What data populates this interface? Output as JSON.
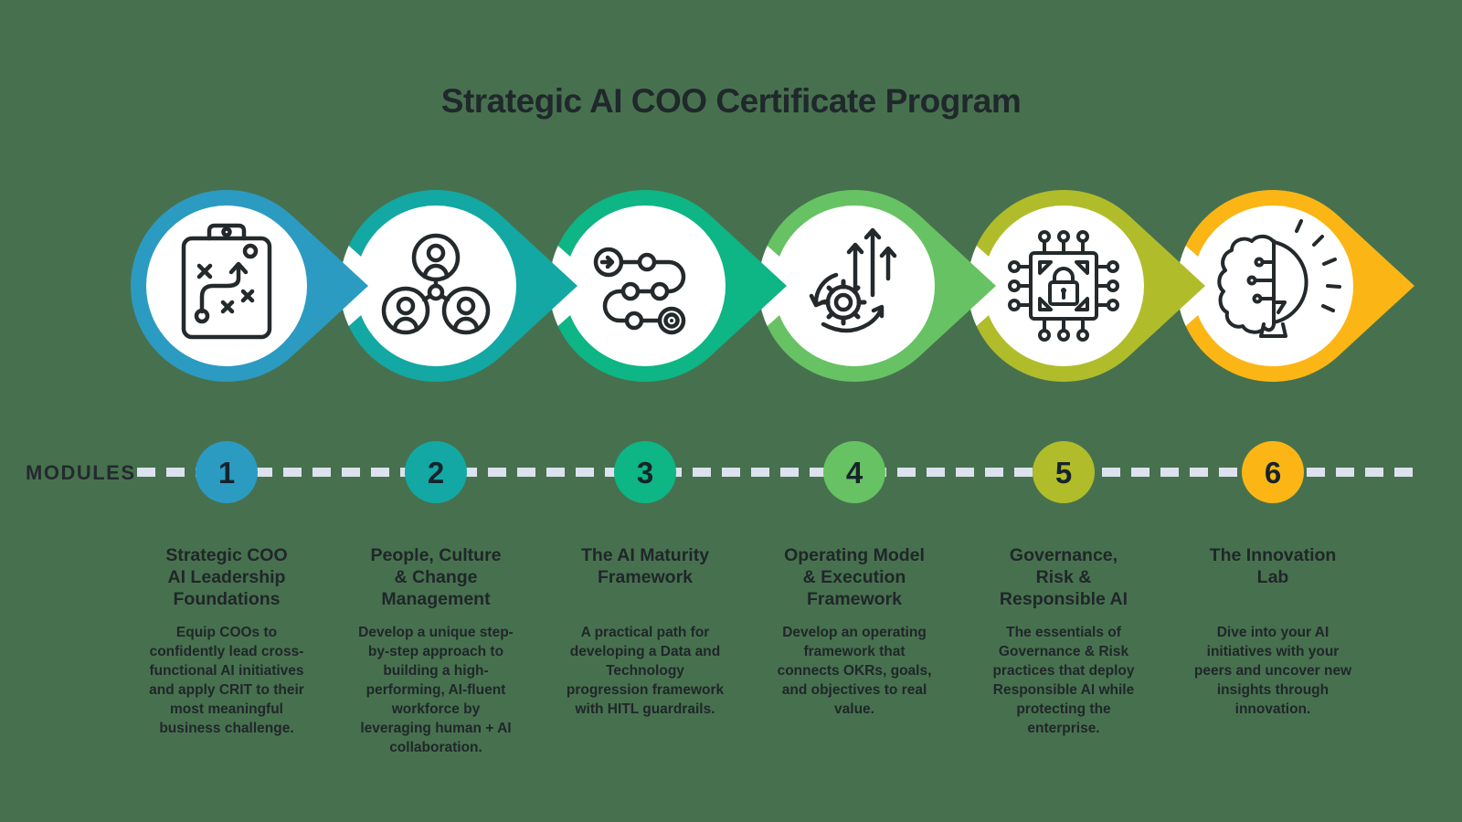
{
  "title": "Strategic AI COO Certificate Program",
  "modules_label": "MODULES",
  "colors": {
    "background": "#47714E",
    "dash": "#DCE2EE",
    "title_text": "#20282C",
    "body_text": "#20262A",
    "number_text": "#17232B",
    "inner_circle": "#FFFFFF",
    "icon": "#24292C"
  },
  "modules": [
    {
      "number": "1",
      "color": "#2B9BC2",
      "icon": "clipboard-strategy-icon",
      "heading": "Strategic COO\nAI Leadership\nFoundations",
      "body": "Equip COOs to confidently lead cross-functional AI initiatives and apply CRIT to their most meaningful business challenge."
    },
    {
      "number": "2",
      "color": "#13A8A3",
      "icon": "team-network-icon",
      "heading": "People, Culture\n& Change\nManagement",
      "body": "Develop a unique step-by-step approach to building a high-performing, AI-fluent workforce by leveraging human + AI collaboration."
    },
    {
      "number": "3",
      "color": "#0EB585",
      "icon": "journey-path-icon",
      "heading": "The AI Maturity\nFramework",
      "body": "A practical path for developing a Data and Technology progression framework with HITL guardrails."
    },
    {
      "number": "4",
      "color": "#67C263",
      "icon": "gear-growth-icon",
      "heading": "Operating Model\n& Execution\nFramework",
      "body": "Develop an operating framework that connects OKRs, goals, and objectives to real value."
    },
    {
      "number": "5",
      "color": "#B1BC2B",
      "icon": "chip-lock-icon",
      "heading": "Governance,\nRisk &\nResponsible AI",
      "body": "The essentials of Governance & Risk practices that deploy Responsible AI while protecting the enterprise."
    },
    {
      "number": "6",
      "color": "#FBB615",
      "icon": "brain-bulb-icon",
      "heading": "The Innovation\nLab",
      "body": "Dive into your AI initiatives with your peers and uncover new insights through innovation."
    }
  ]
}
